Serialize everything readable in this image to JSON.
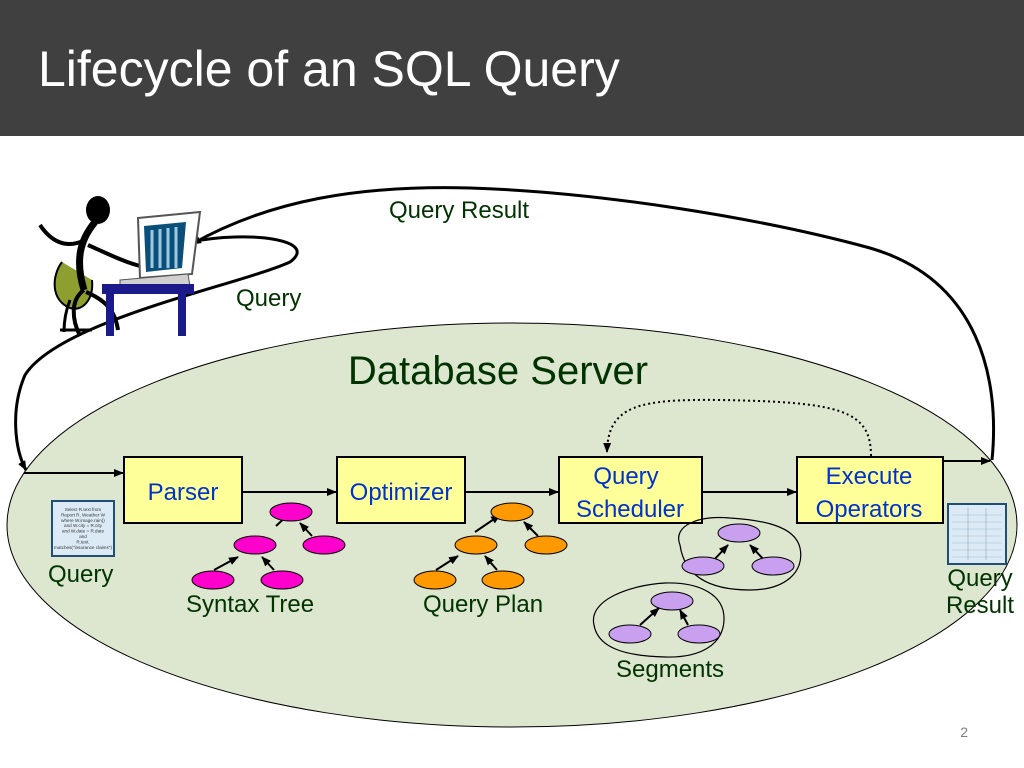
{
  "slide": {
    "title": "Lifecycle of an SQL Query",
    "page_number": "2"
  },
  "diagram": {
    "server_label": "Database Server",
    "top_query_label": "Query",
    "query_result_label": "Query Result",
    "stages": {
      "parser": "Parser",
      "optimizer": "Optimizer",
      "scheduler_line1": "Query",
      "scheduler_line2": "Scheduler",
      "execute_line1": "Execute",
      "execute_line2": "Operators"
    },
    "input_doc_label": "Query",
    "output_doc_line1": "Query",
    "output_doc_line2": "Result",
    "syntax_tree_label": "Syntax Tree",
    "query_plan_label": "Query Plan",
    "segments_label": "Segments",
    "sql_snippet": [
      "Select R.text from",
      "Report R, Weather W",
      "where W.image.rain()",
      "and W.city = R.city",
      "and W.date = R.date",
      "and",
      "R.text.",
      "matches(\"insurance claims\")"
    ]
  },
  "colors": {
    "title_bar": "#404040",
    "server_fill": "#dde6cf",
    "stage_box_fill": "#ffff99",
    "syntax_tree_node": "#ff00cc",
    "query_plan_node": "#ff9900",
    "segment_node": "#c9a0f0",
    "label_text": "#003300",
    "stage_text": "#0033cc"
  }
}
